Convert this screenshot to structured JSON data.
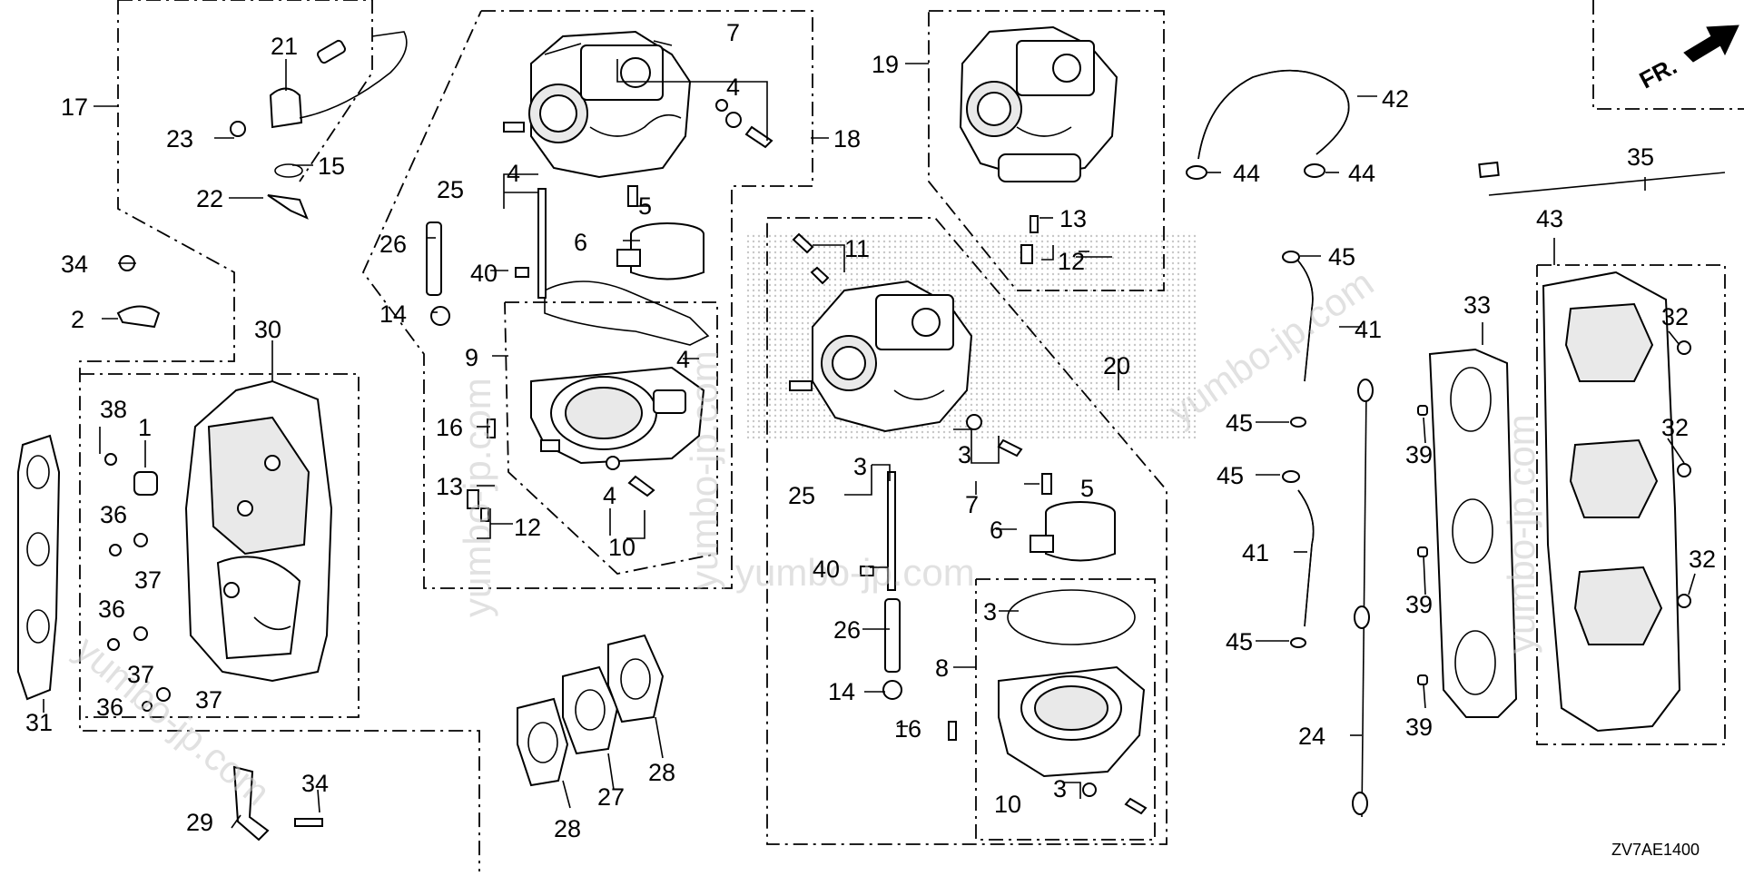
{
  "diagram": {
    "drawing_code": "ZV7AE1400",
    "front_label": "FR.",
    "watermark": "yumbo-jp.com",
    "callouts": [
      "1",
      "2",
      "3",
      "4",
      "5",
      "6",
      "7",
      "8",
      "9",
      "10",
      "11",
      "12",
      "13",
      "14",
      "15",
      "16",
      "17",
      "18",
      "19",
      "20",
      "21",
      "22",
      "23",
      "24",
      "25",
      "26",
      "27",
      "28",
      "29",
      "30",
      "31",
      "32",
      "33",
      "34",
      "35",
      "36",
      "37",
      "38",
      "39",
      "40",
      "41",
      "42",
      "43",
      "44",
      "45"
    ]
  }
}
